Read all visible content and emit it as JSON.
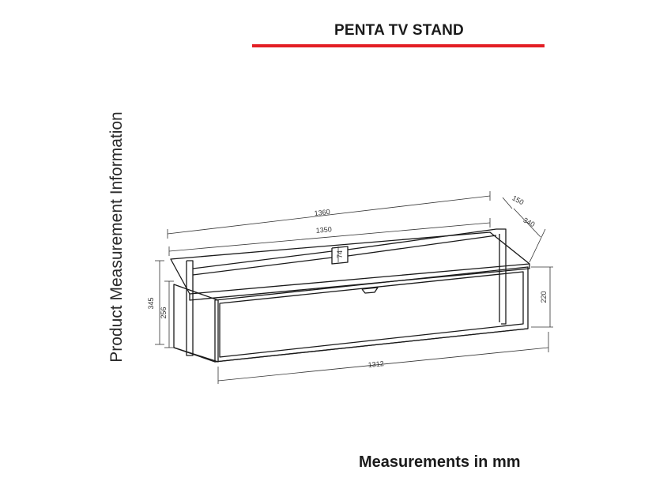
{
  "title": "PENTA TV STAND",
  "side_label": "Product Measurement Information",
  "units_note": "Measurements in mm",
  "colors": {
    "accent_rule": "#e31e24",
    "line": "#1a1a1a",
    "dimension": "#333333"
  },
  "dimensions": {
    "overall_width": "1360",
    "top_width": "1350",
    "depth_top": "150",
    "depth_overall": "340",
    "upper_gap": "74",
    "total_height": "345",
    "body_height": "256",
    "front_height": "220",
    "bottom_width": "1312"
  }
}
